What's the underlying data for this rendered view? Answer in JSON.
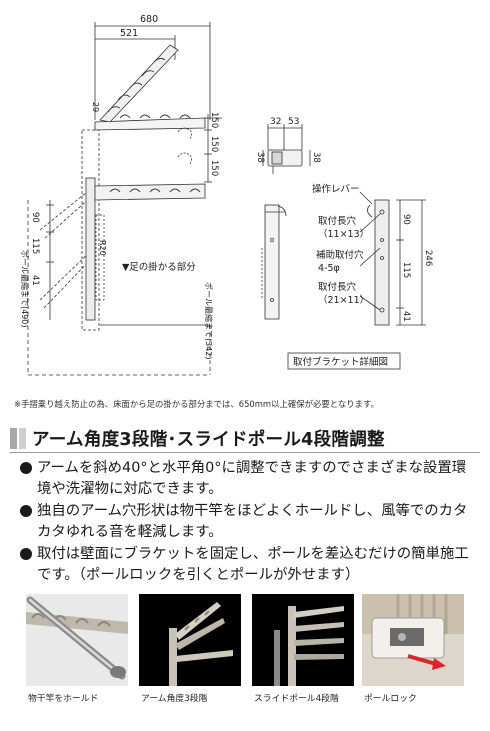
{
  "diagram": {
    "dim_680": "680",
    "dim_521": "521",
    "dim_dim_29": "29",
    "dim_53": "53",
    "dim_150": "150",
    "dim_90": "90",
    "dim_115": "115",
    "dim_41": "41",
    "dim_r20": "R20",
    "foot_label": "▼足の掛かる部分",
    "pole_490": "ポール最縮まで(490)",
    "pole_342": "ポール最縮まで(342)",
    "bracket_32": "32",
    "bracket_53": "53",
    "bracket_38": "38",
    "lever": "操作レバー",
    "hole_long": "取付長穴",
    "hole_long_size": "（11×13）",
    "aux_hole": "補助取付穴",
    "aux_hole_size": "4-5φ",
    "hole_long2": "取付長穴",
    "hole_long2_size": "（21×11）",
    "right_90": "90",
    "right_115": "115",
    "right_41": "41",
    "right_246": "246",
    "bracket_caption": "取付ブラケット詳細図"
  },
  "footnote": "※手摺乗り越え防止の為、床面から足の掛かる部分までは、650mm以上確保が必要となります。",
  "section_title": "アーム角度3段階･スライドポール4段階調整",
  "bullets": [
    "アームを斜め40°と水平角0°に調整できますのでさまざまな設置環境や洗濯物に対応できます。",
    "独自のアーム穴形状は物干竿をほどよくホールドし、風等でのカタカタゆれる音を軽減します。",
    "取付は壁面にブラケットを固定し、ポールを差込むだけの簡単施工です。（ポールロックを引くとポールが外せます）"
  ],
  "photos": [
    {
      "caption": "物干竿をホールド"
    },
    {
      "caption": "アーム角度3段階"
    },
    {
      "caption": "スライドポール4段階"
    },
    {
      "caption": "ポールロック"
    }
  ],
  "colors": {
    "accent_gray": "#a8a8a8",
    "photo_dark": "#000000",
    "arrow_red": "#e0232b"
  }
}
